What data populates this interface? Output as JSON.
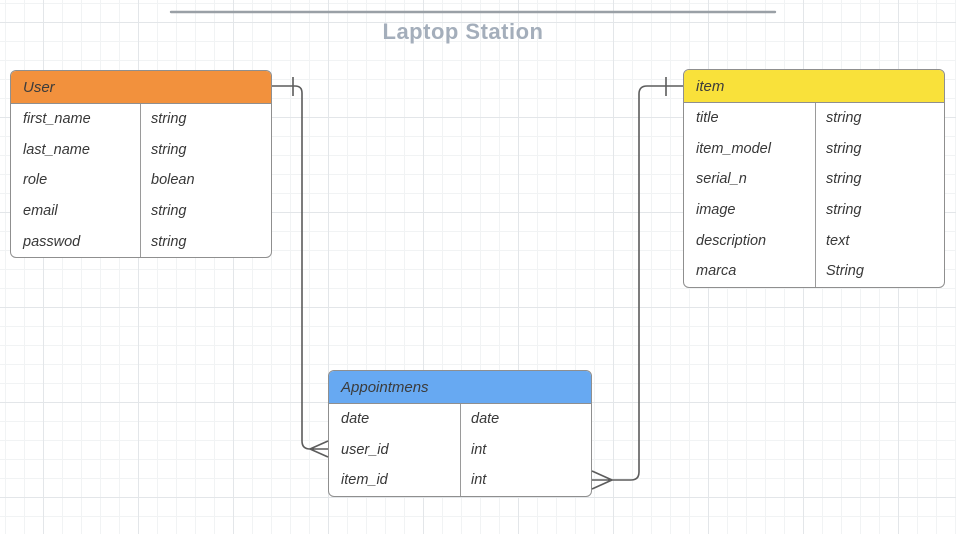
{
  "title": {
    "text": "Laptop Station",
    "color": "#a4aebb"
  },
  "canvas": {
    "grid_minor_color": "#f1f3f4",
    "grid_major_color": "#e3e6e9",
    "frame_line_color": "#9aa0a6",
    "connector_color": "#5c5c5c",
    "entity_border_color": "#8f8f8f"
  },
  "entities": {
    "user": {
      "name": "User",
      "header_color": "#f2913d",
      "fields": [
        {
          "name": "first_name",
          "type": "string"
        },
        {
          "name": "last_name",
          "type": "string"
        },
        {
          "name": "role",
          "type": "bolean"
        },
        {
          "name": "email",
          "type": "string"
        },
        {
          "name": "passwod",
          "type": "string"
        }
      ]
    },
    "item": {
      "name": "item",
      "header_color": "#f9e13a",
      "fields": [
        {
          "name": "title",
          "type": "string"
        },
        {
          "name": "item_model",
          "type": "string"
        },
        {
          "name": "serial_n",
          "type": "string"
        },
        {
          "name": "image",
          "type": "string"
        },
        {
          "name": "description",
          "type": "text"
        },
        {
          "name": "marca",
          "type": "String"
        }
      ]
    },
    "appointmens": {
      "name": "Appointmens",
      "header_color": "#67a9f2",
      "fields": [
        {
          "name": "date",
          "type": "date"
        },
        {
          "name": "user_id",
          "type": "int"
        },
        {
          "name": "item_id",
          "type": "int"
        }
      ]
    }
  },
  "relationships": [
    {
      "from": "User",
      "to": "Appointmens",
      "from_cardinality": "one",
      "to_cardinality": "many",
      "to_field": "user_id"
    },
    {
      "from": "item",
      "to": "Appointmens",
      "from_cardinality": "one",
      "to_cardinality": "many",
      "to_field": "item_id"
    }
  ]
}
